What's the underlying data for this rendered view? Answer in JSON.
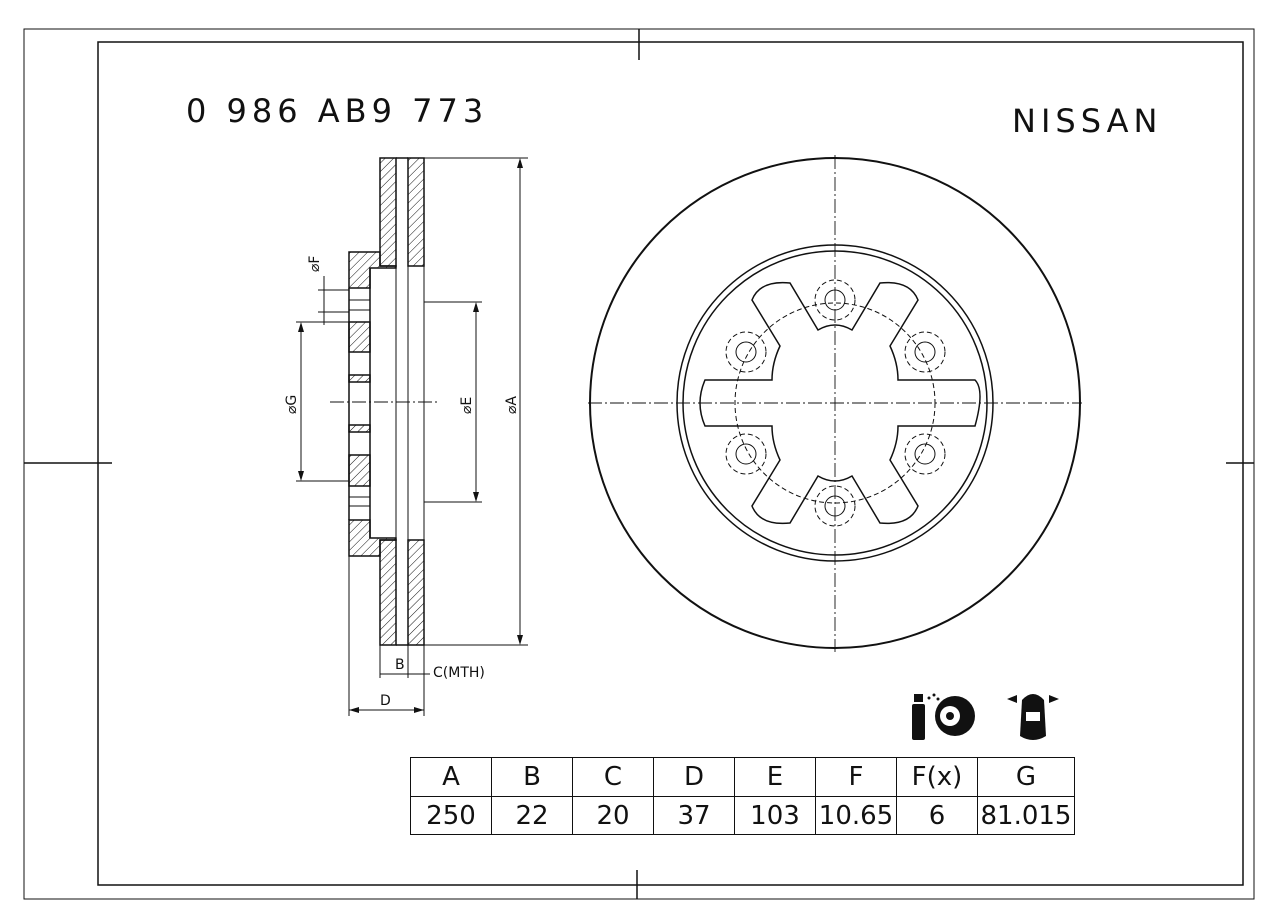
{
  "header": {
    "part_number": "0 986 AB9 773",
    "brand": "NISSAN"
  },
  "section_view": {
    "dimension_labels": {
      "diameter_f": "⌀F",
      "diameter_g": "⌀G",
      "diameter_e": "⌀E",
      "diameter_a": "⌀A",
      "b": "B",
      "c": "C(MTH)",
      "d": "D"
    }
  },
  "icons": {
    "disc_cleaner": "spray-disc-icon",
    "axle_position": "car-axle-icon"
  },
  "spec_table": {
    "headers": [
      "A",
      "B",
      "C",
      "D",
      "E",
      "F",
      "F(x)",
      "G"
    ],
    "values": [
      "250",
      "22",
      "20",
      "37",
      "103",
      "10.65",
      "6",
      "81.015"
    ]
  },
  "colors": {
    "line": "#111111",
    "background": "#ffffff"
  }
}
